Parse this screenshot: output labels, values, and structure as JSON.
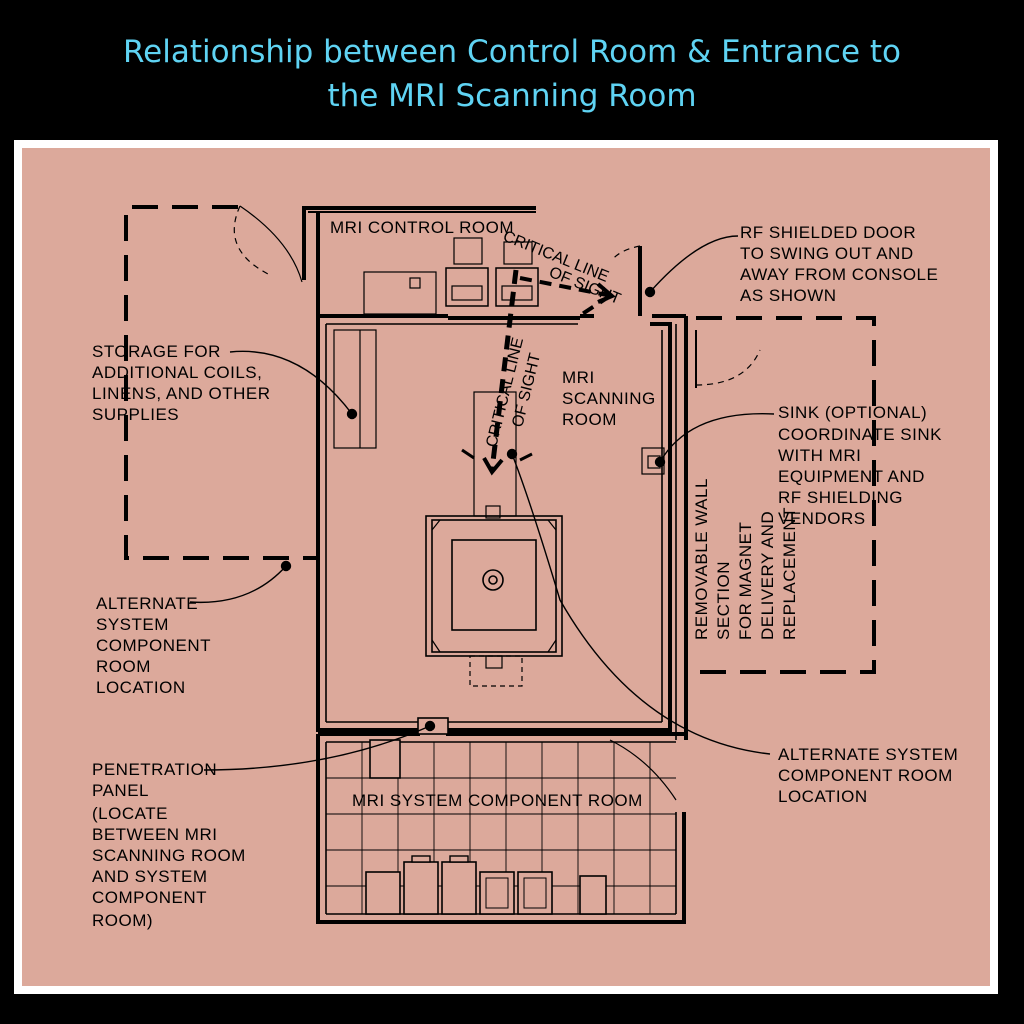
{
  "title": {
    "line1": "Relationship between Control Room & Entrance to",
    "line2": "the MRI Scanning Room"
  },
  "rooms": {
    "control": "MRI CONTROL ROOM",
    "scanning": [
      "MRI",
      "SCANNING",
      "ROOM"
    ],
    "component": "MRI SYSTEM COMPONENT ROOM"
  },
  "sight_lines": {
    "upper": "CRITICAL LINE",
    "upper2": "OF SIGHT",
    "lower": "CRITICAL LINE",
    "lower2": "OF SIGHT"
  },
  "callouts": {
    "storage": [
      "STORAGE FOR",
      "ADDITIONAL COILS,",
      "LINENS, AND OTHER",
      "SUPPLIES"
    ],
    "alt_left": [
      "ALTERNATE",
      "SYSTEM",
      "COMPONENT",
      "ROOM",
      "LOCATION"
    ],
    "penetration": [
      "PENETRATION",
      "PANEL",
      "(LOCATE",
      "BETWEEN MRI",
      "SCANNING ROOM",
      "AND SYSTEM",
      "COMPONENT",
      "ROOM)"
    ],
    "rf_door": [
      "RF SHIELDED DOOR",
      "TO SWING OUT AND",
      "AWAY FROM CONSOLE",
      "AS SHOWN"
    ],
    "sink": [
      "SINK (OPTIONAL)",
      "COORDINATE SINK",
      "WITH MRI",
      "EQUIPMENT AND",
      "RF SHIELDING",
      "VENDORS"
    ],
    "removable_wall": [
      "REMOVABLE WALL",
      "SECTION",
      "FOR MAGNET",
      "DELIVERY AND",
      "REPLACEMENT"
    ],
    "alt_right": [
      "ALTERNATE SYSTEM",
      "COMPONENT ROOM",
      "LOCATION"
    ]
  },
  "colors": {
    "title": "#5fd3f3",
    "paper": "#dca99b",
    "frame": "#ffffff",
    "background": "#000000"
  }
}
